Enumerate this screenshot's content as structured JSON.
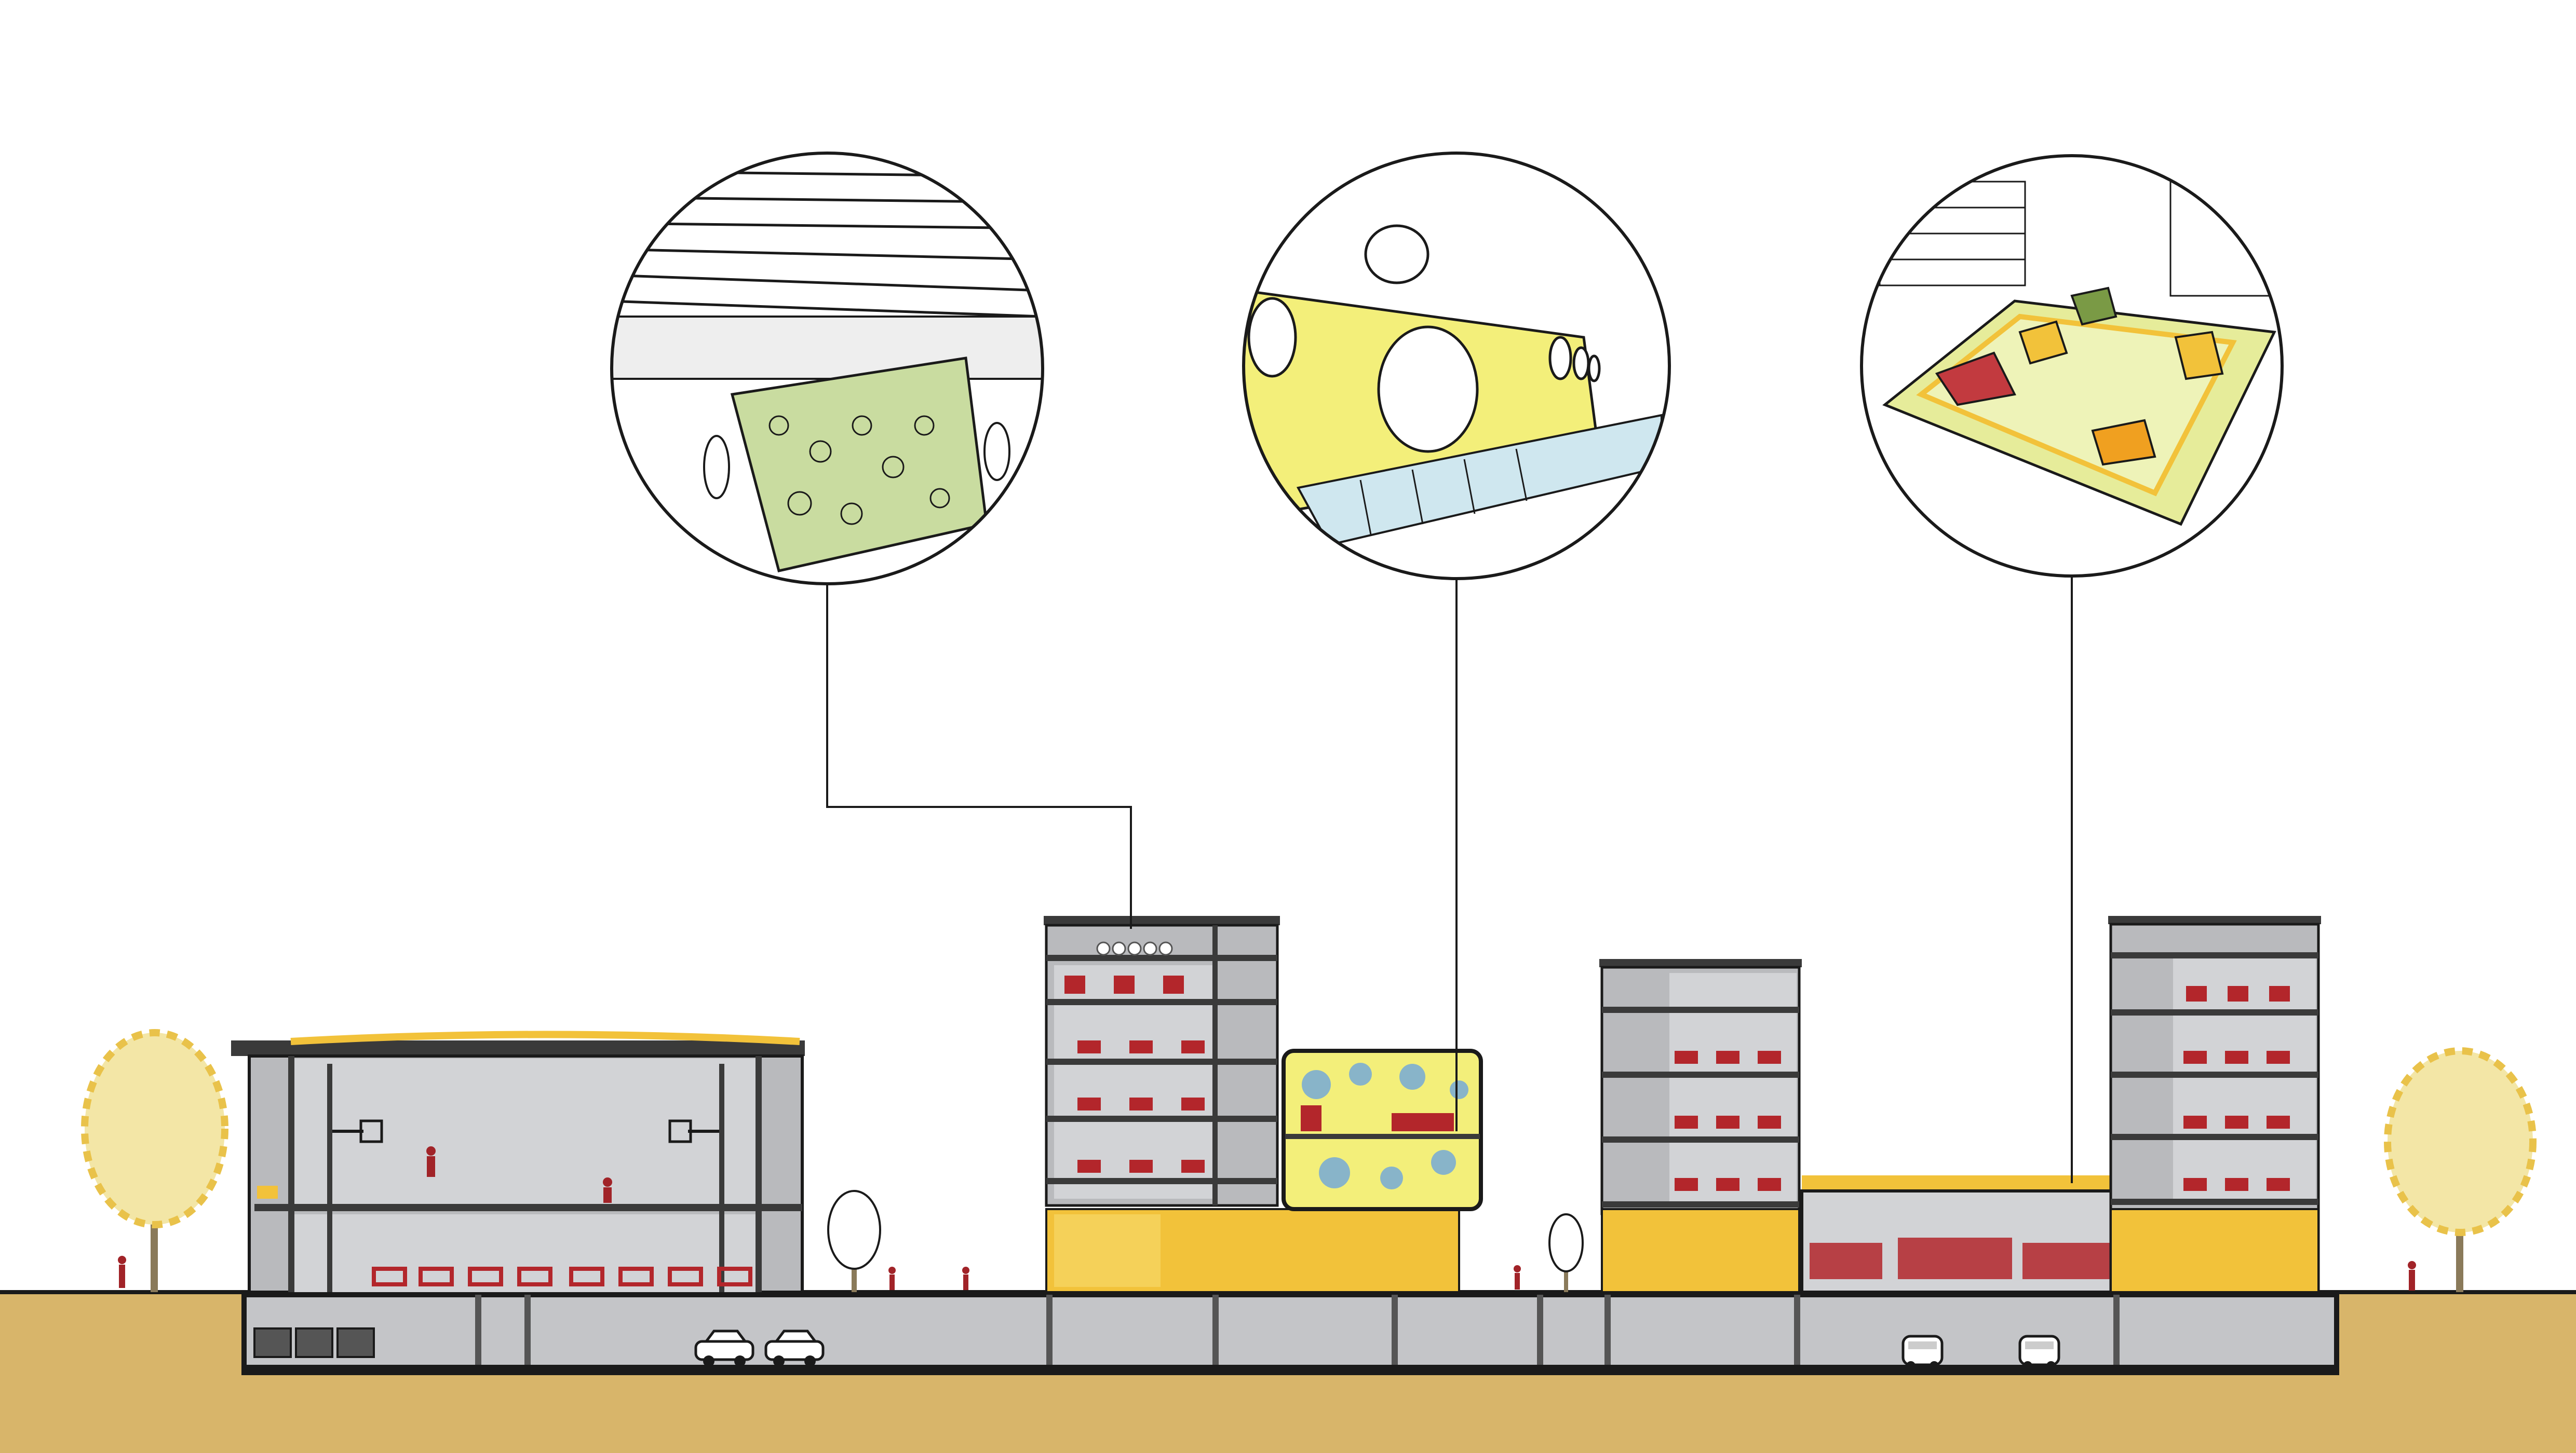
{
  "colors": {
    "background": "#ffffff",
    "ground": "#d8b56a",
    "ground_edge": "#b99548",
    "concrete": "#b9babd",
    "concrete_dark": "#9c9da0",
    "interior": "#d2d3d6",
    "slab": "#3a3a3a",
    "accent_yellow": "#f2c23a",
    "light_yellow": "#f3ef7a",
    "furniture_red": "#b3262b",
    "people_red": "#a12328",
    "tree_foliage": "#e9c24a",
    "tree_trunk": "#8a7a5a",
    "bubble_blue": "#88b4c9",
    "garden_green": "#c9dca0",
    "line": "#1a1a1a"
  },
  "callouts": [
    {
      "name": "rooftop-garden-vignette",
      "theme": "garden"
    },
    {
      "name": "library-corridor-vignette",
      "theme": "corridor"
    },
    {
      "name": "play-courtyard-vignette",
      "theme": "courtyard"
    }
  ],
  "buildings": [
    {
      "name": "sports-hall",
      "floors": 2,
      "program": "gymnasium"
    },
    {
      "name": "classroom-block-west",
      "floors": 5,
      "program": "classrooms"
    },
    {
      "name": "library-pod",
      "floors": 2,
      "program": "reading room"
    },
    {
      "name": "classroom-block-middle",
      "floors": 5,
      "program": "classrooms"
    },
    {
      "name": "auditorium",
      "floors": 1,
      "program": "auditorium"
    },
    {
      "name": "classroom-block-east",
      "floors": 6,
      "program": "classrooms"
    }
  ],
  "icons": [
    "tree-icon",
    "car-icon",
    "person-icon",
    "basketball-hoop-icon"
  ]
}
